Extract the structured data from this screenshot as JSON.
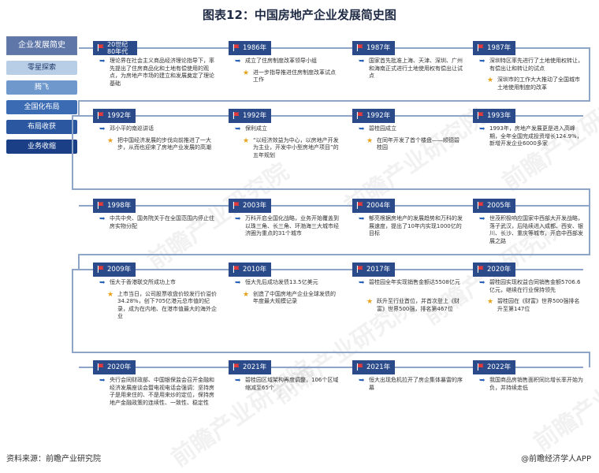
{
  "title": "图表12：中国房地产企业发展简史图",
  "sidebar": {
    "header": "企业发展简史",
    "items": [
      "零星探索",
      "腾飞",
      "全国化布局",
      "布局收获",
      "业务收缩"
    ]
  },
  "rows": [
    [
      {
        "year": "20世纪80年代",
        "events": [
          {
            "mark": "arrow",
            "text": "理论界在社会主义商品经济理论指导下，率先提出了住房商品化和土地有偿使用的观点，为房地产市场的建立和发展奠定了理论基础"
          }
        ]
      },
      {
        "year": "1986年",
        "events": [
          {
            "mark": "arrow",
            "text": "成立了住房制度改革领导小组"
          },
          {
            "mark": "star",
            "text": "进一步指导推进住房制度改革试点工作"
          }
        ]
      },
      {
        "year": "1987年",
        "events": [
          {
            "mark": "arrow",
            "text": "国家首先批准上海、天津、深圳、广州和海南正式进行土地使用权有偿出让试点"
          }
        ]
      },
      {
        "year": "1987年",
        "events": [
          {
            "mark": "arrow",
            "text": "深圳特区率先进行了土地使用权转让，有偿出让和转让的试点"
          },
          {
            "mark": "star",
            "text": "深圳市的工作大大推动了全国城市土地使用制度的改革"
          }
        ]
      }
    ],
    [
      {
        "year": "1992年",
        "events": [
          {
            "mark": "arrow",
            "text": "邓小平的南巡讲话"
          },
          {
            "mark": "star",
            "text": "把中国经济发展的步伐向前推进了一大步，从而也迎来了房地产业发展的高潮"
          }
        ]
      },
      {
        "year": "1992年",
        "events": [
          {
            "mark": "arrow",
            "text": "保利成立"
          },
          {
            "mark": "star",
            "text": "“以经济效益为中心，以房地产开发为主业，开发中小型房地产项目”的五年规划"
          }
        ]
      },
      {
        "year": "1992年",
        "events": [
          {
            "mark": "arrow",
            "text": "碧桂园成立"
          },
          {
            "mark": "star",
            "text": "在同年开发了首个楼盘——顺德碧桂园"
          }
        ]
      },
      {
        "year": "1993年",
        "events": [
          {
            "mark": "arrow",
            "text": "1993年，房地产发展更是进入高峰期，全年全国完成投资增长124.9%，新增开发企业6000多家"
          }
        ]
      }
    ],
    [
      {
        "year": "1998年",
        "events": [
          {
            "mark": "arrow",
            "text": "中共中央、国务院关于在全国范围内停止住房实物分配"
          }
        ]
      },
      {
        "year": "2003年",
        "events": [
          {
            "mark": "arrow",
            "text": "万科开启全国化战略，业务开始覆盖到以珠三角、长三角、环渤海三大城市经济圈为重点的31个城市"
          }
        ]
      },
      {
        "year": "2004年",
        "events": [
          {
            "mark": "arrow",
            "text": "郁亮根据房地产的发展趋势和万科的发展速度，提出了10年内实现1000亿的目标"
          }
        ]
      },
      {
        "year": "2005年",
        "events": [
          {
            "mark": "arrow",
            "text": "世茂积极响应国家中西部大开发战略，落子武汉，后陆续进入成都、西安、银川、长沙、重庆等城市，开启中西部发展之路"
          }
        ]
      }
    ],
    [
      {
        "year": "2009年",
        "events": [
          {
            "mark": "arrow",
            "text": "恒大于香港联交所成功上市"
          },
          {
            "mark": "star",
            "text": "上市当日，公司股票收盘价较发行价溢价34.28%，创下705亿港元总市值的纪录，成为在内地、在港市值最大的海外企业"
          }
        ]
      },
      {
        "year": "2010年",
        "events": [
          {
            "mark": "arrow",
            "text": "恒大先后成功发债13.5亿美元"
          },
          {
            "mark": "star",
            "text": "创造了中国房地产企业全球发债的年度最大规模记录"
          }
        ]
      },
      {
        "year": "2017年",
        "events": [
          {
            "mark": "arrow",
            "text": "碧桂园全年实现销售金额达5508亿元"
          },
          {
            "mark": "star",
            "text": "跃升至行业首位，并首次登上《财富》世界500强，排名第467位"
          }
        ]
      },
      {
        "year": "2020年",
        "events": [
          {
            "mark": "arrow",
            "text": "碧桂园实现权益合同销售金额5706.6亿元，继续在行业保持领先"
          },
          {
            "mark": "star",
            "text": "碧桂园在《财富》世界500强排名升至第147位"
          }
        ]
      }
    ],
    [
      {
        "year": "2020年",
        "events": [
          {
            "mark": "arrow",
            "text": "央行会同财政部、中国银保监会召开金融和经济发展座谈会暨电视电话会强调：坚持房子是用来住的、不是用来炒的定位，保持房地产金融政策的连续性、一致性、稳定性"
          }
        ]
      },
      {
        "year": "2021年",
        "events": [
          {
            "mark": "arrow",
            "text": "碧桂园区域架构再度调整，106个区域缩减至65个"
          }
        ]
      },
      {
        "year": "2021年",
        "events": [
          {
            "mark": "arrow",
            "text": "恒大出现危机拉开了房企集体暴雷的序幕"
          }
        ]
      },
      {
        "year": "2022年",
        "events": [
          {
            "mark": "arrow",
            "text": "我国商品房销售面积同比增长率开始为负，并持续走低"
          }
        ]
      }
    ]
  ],
  "footer": {
    "source": "资料来源：前瞻产业研究院",
    "brand": "@前瞻经济学人APP"
  },
  "watermark": "前瞻产业研究院",
  "colors": {
    "chip": "#2a4a8a",
    "line": "#8fa5c8",
    "flag": "#e23a3a",
    "arrow": "#2b63b8",
    "star": "#e8a21a"
  }
}
